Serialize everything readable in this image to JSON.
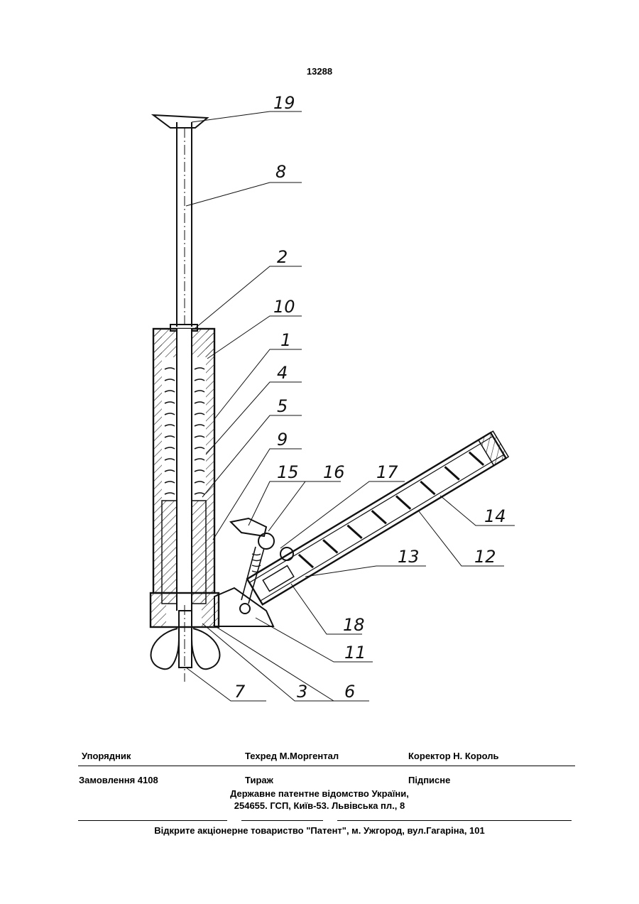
{
  "page_number": "13288",
  "figure": {
    "labels": [
      "19",
      "8",
      "2",
      "10",
      "1",
      "4",
      "5",
      "9",
      "15",
      "16",
      "17",
      "14",
      "12",
      "13",
      "18",
      "11",
      "7",
      "3",
      "6"
    ]
  },
  "footer": {
    "compiler": "Упорядник",
    "techred": "Техред М.Моргентал",
    "corrector": "Коректор Н. Король",
    "order": "Замовлення 4108",
    "circulation": "Тираж",
    "subscription": "Підписне",
    "office": "Державне патентне відомство України,",
    "address": "254655. ГСП, Київ-53. Львівська пл., 8",
    "printer": "Відкрите акціонерне товариство \"Патент\", м. Ужгород, вул.Гагаріна, 101"
  }
}
